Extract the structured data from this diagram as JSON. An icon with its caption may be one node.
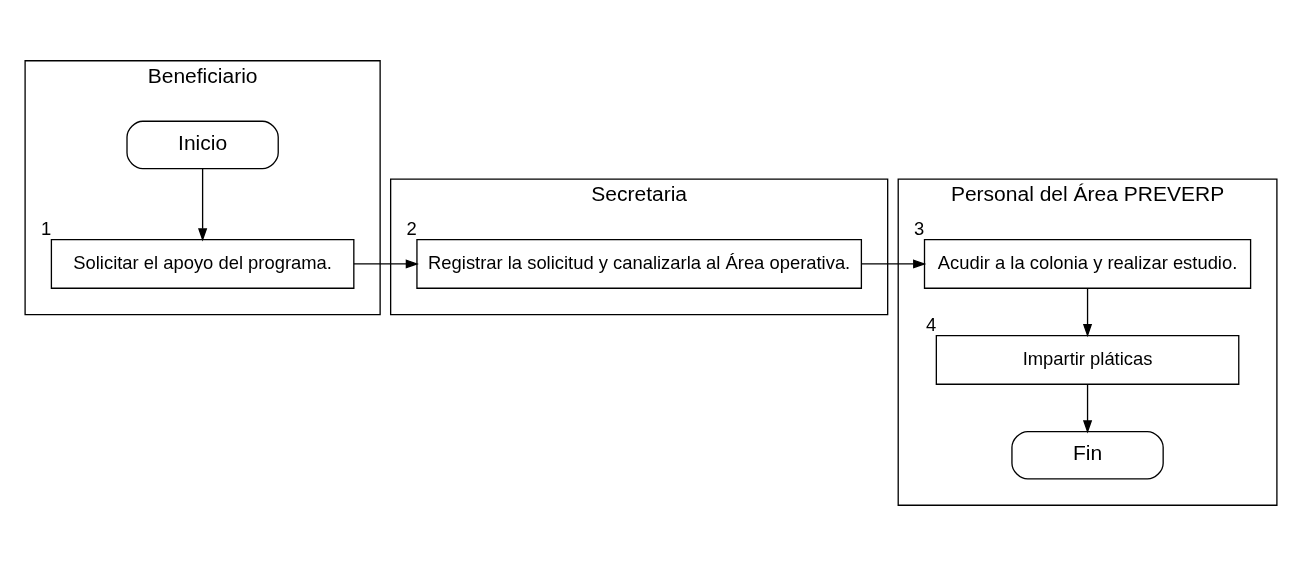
{
  "diagram": {
    "nodes": [
      {
        "text": [
          "Beneficiario"
        ]
      },
      {
        "text": [
          "Inicio"
        ],
        "in": 0
      },
      {
        "text": [
          "Solicitar el apoyo del programa."
        ],
        "in": 0,
        "beside": [
          "1"
        ]
      },
      {
        "text": [
          "Secretaria"
        ]
      },
      {
        "text": [
          "Registrar la solicitud y canalizarla al Área operativa."
        ],
        "in": 3,
        "beside": [
          "2"
        ]
      },
      {
        "text": [
          "Personal del Área PREVERP"
        ]
      },
      {
        "text": [
          "Acudir a la colonia y realizar estudio."
        ],
        "in": 5,
        "beside": [
          "3"
        ]
      },
      {
        "text": [
          "Impartir pláticas"
        ],
        "in": 5,
        "beside": [
          "4"
        ]
      },
      {
        "text": [
          "Fin"
        ],
        "in": 5
      }
    ],
    "edges": [
      {
        "from": 1,
        "to": 2,
        "arrow": "to"
      },
      {
        "from": 2,
        "to": 4,
        "arrow": "to"
      },
      {
        "from": 4,
        "to": 6,
        "arrow": "to"
      },
      {
        "from": 6,
        "to": 7,
        "arrow": "to"
      },
      {
        "from": 7,
        "to": 8,
        "arrow": "to"
      }
    ]
  }
}
